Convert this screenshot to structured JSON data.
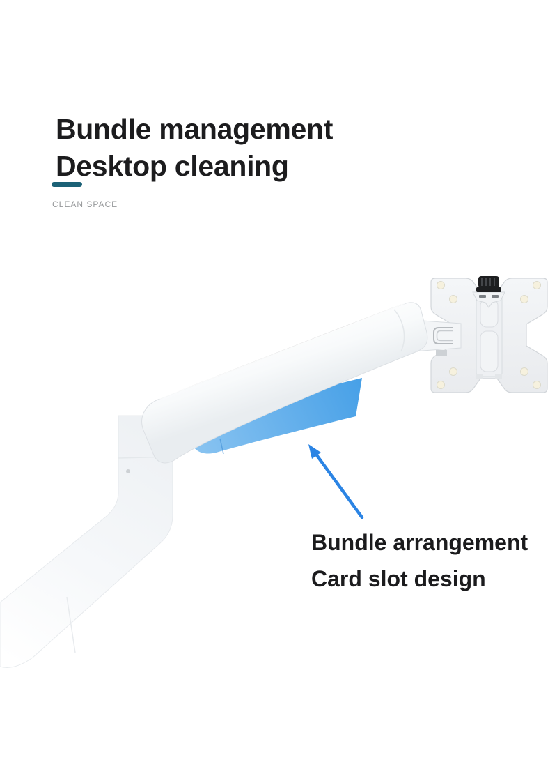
{
  "header": {
    "title_lines": [
      "Bundle management",
      "Desktop cleaning"
    ],
    "subtitle": "CLEAN SPACE",
    "divider_color": "#1b6176",
    "title_color": "#1c1c1e",
    "subtitle_color": "#96989a"
  },
  "annotation": {
    "lines": [
      "Bundle arrangement",
      "Card slot design"
    ],
    "arrow_color": "#2b84e4",
    "text_color": "#1b1b1d"
  },
  "product": {
    "colors": {
      "arm_white": "#f8fafb",
      "arm_edge": "#dde1e5",
      "cable_slot_blue": "#47a0e7",
      "cable_slot_blue_light": "#8ac4f1",
      "vesa_plate": "#f1f3f5",
      "knob_black": "#1d1e20",
      "screw_hole": "#f6f1de"
    }
  }
}
